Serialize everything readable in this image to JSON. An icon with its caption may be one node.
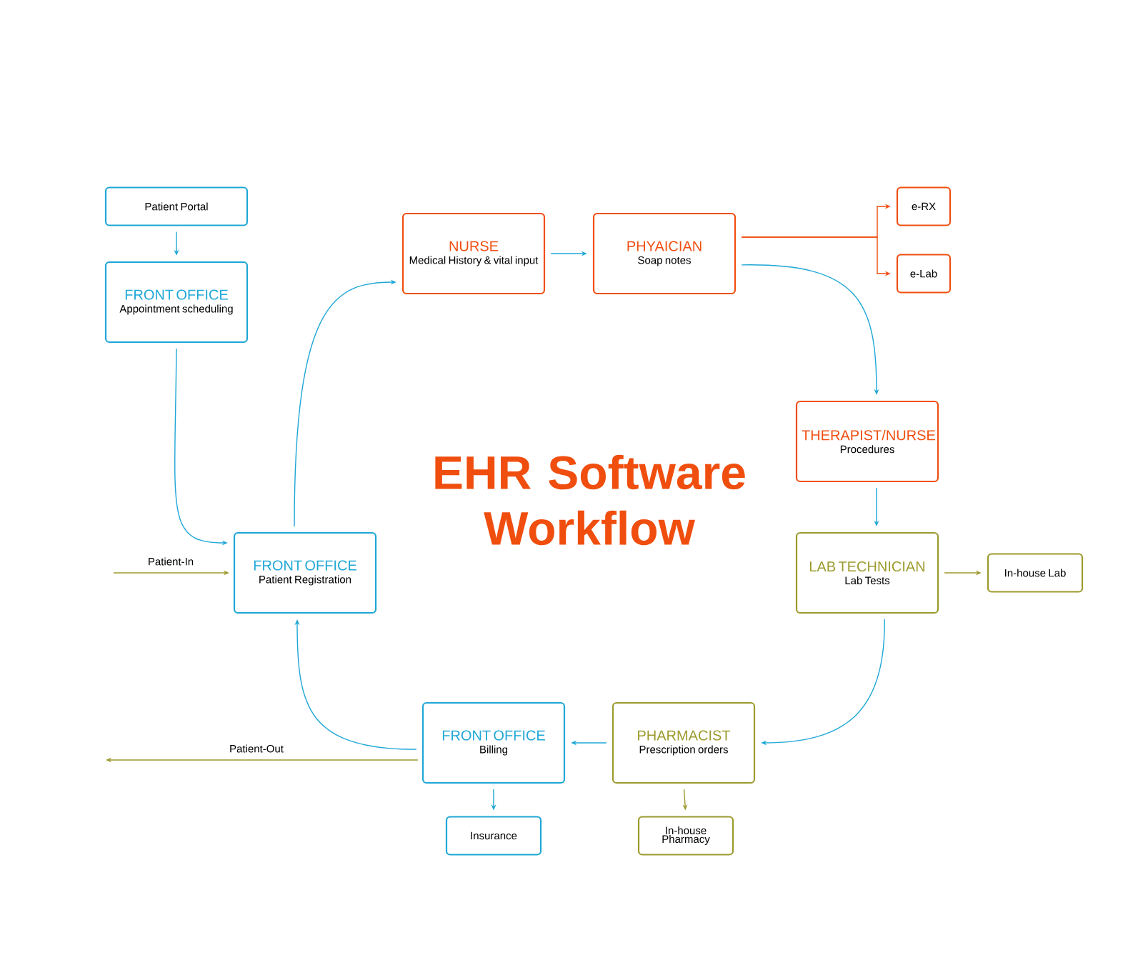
{
  "diagram": {
    "title": "EHR Software Workflow",
    "nodes": [
      {
        "text": [
          "Patient Portal"
        ]
      },
      {
        "text": [
          "FRONT OFFICE",
          "Appointment scheduling"
        ]
      },
      {
        "text": [
          "NURSE",
          "Medical History & vital input"
        ]
      },
      {
        "text": [
          "PHYAICIAN",
          "Soap notes"
        ]
      },
      {
        "text": [
          "e-RX"
        ]
      },
      {
        "text": [
          "e-Lab"
        ]
      },
      {
        "text": [
          "THERAPIST/NURSE",
          "Procedures"
        ]
      },
      {
        "text": [
          "LAB TECHNICIAN",
          "Lab Tests"
        ]
      },
      {
        "text": [
          "In-house Lab"
        ]
      },
      {
        "text": [
          "FRONT OFFICE",
          "Patient Registration"
        ]
      },
      {
        "text": [
          "PHARMACIST",
          "Prescription orders"
        ]
      },
      {
        "text": [
          "FRONT OFFICE",
          "Billing"
        ]
      },
      {
        "text": [
          "Insurance"
        ]
      },
      {
        "text": [
          "In-house Pharmacy"
        ]
      }
    ],
    "edges": [
      {
        "from": 0,
        "to": 1,
        "arrow": "to"
      },
      {
        "from": 1,
        "to": 9,
        "arrow": "to"
      },
      {
        "from": 9,
        "to": 2,
        "arrow": "to"
      },
      {
        "from": 2,
        "to": 3,
        "arrow": "to"
      },
      {
        "from": 3,
        "to": 4,
        "arrow": "to",
        "color": "#f04e0f"
      },
      {
        "from": 3,
        "to": 5,
        "arrow": "to",
        "color": "#f04e0f"
      },
      {
        "from": 3,
        "to": 6,
        "arrow": "to"
      },
      {
        "from": 6,
        "to": 7,
        "arrow": "to"
      },
      {
        "from": 7,
        "to": 8,
        "arrow": "to",
        "color": "#9c9a2c"
      },
      {
        "from": 7,
        "to": 10,
        "arrow": "to"
      },
      {
        "from": 10,
        "to": 11,
        "arrow": "to"
      },
      {
        "from": 11,
        "to": 9,
        "arrow": "to"
      },
      {
        "from": 11,
        "to": 12,
        "arrow": "to"
      },
      {
        "from": 10,
        "to": 13,
        "arrow": "to",
        "color": "#9c9a2c"
      },
      {
        "from": null,
        "to": 9,
        "arrow": "to",
        "label": "Patient-In",
        "color": "#9c9a2c"
      },
      {
        "from": 11,
        "to": null,
        "arrow": "to",
        "label": "Patient-Out",
        "color": "#9c9a2c"
      }
    ]
  }
}
